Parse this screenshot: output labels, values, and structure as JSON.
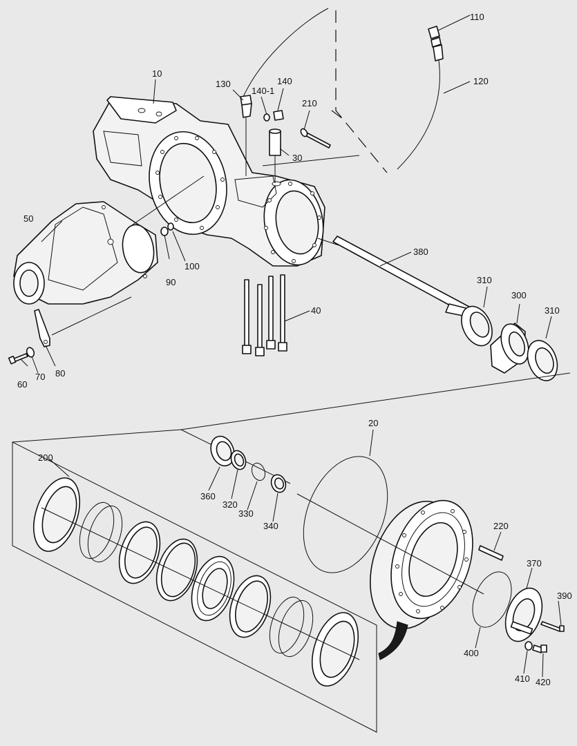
{
  "labels": {
    "l10": "10",
    "l20": "20",
    "l30": "30",
    "l40": "40",
    "l50": "50",
    "l60": "60",
    "l70": "70",
    "l80": "80",
    "l90": "90",
    "l100": "100",
    "l110": "110",
    "l120": "120",
    "l130": "130",
    "l140": "140",
    "l140_1": "140-1",
    "l200": "200",
    "l210": "210",
    "l220": "220",
    "l300": "300",
    "l310a": "310",
    "l310b": "310",
    "l320": "320",
    "l330": "330",
    "l340": "340",
    "l360": "360",
    "l370": "370",
    "l380": "380",
    "l390": "390",
    "l400": "400",
    "l410": "410",
    "l420": "420"
  },
  "colors": {
    "background": "#e9e9e9",
    "ink": "#111111",
    "part_fill": "#ffffff"
  }
}
